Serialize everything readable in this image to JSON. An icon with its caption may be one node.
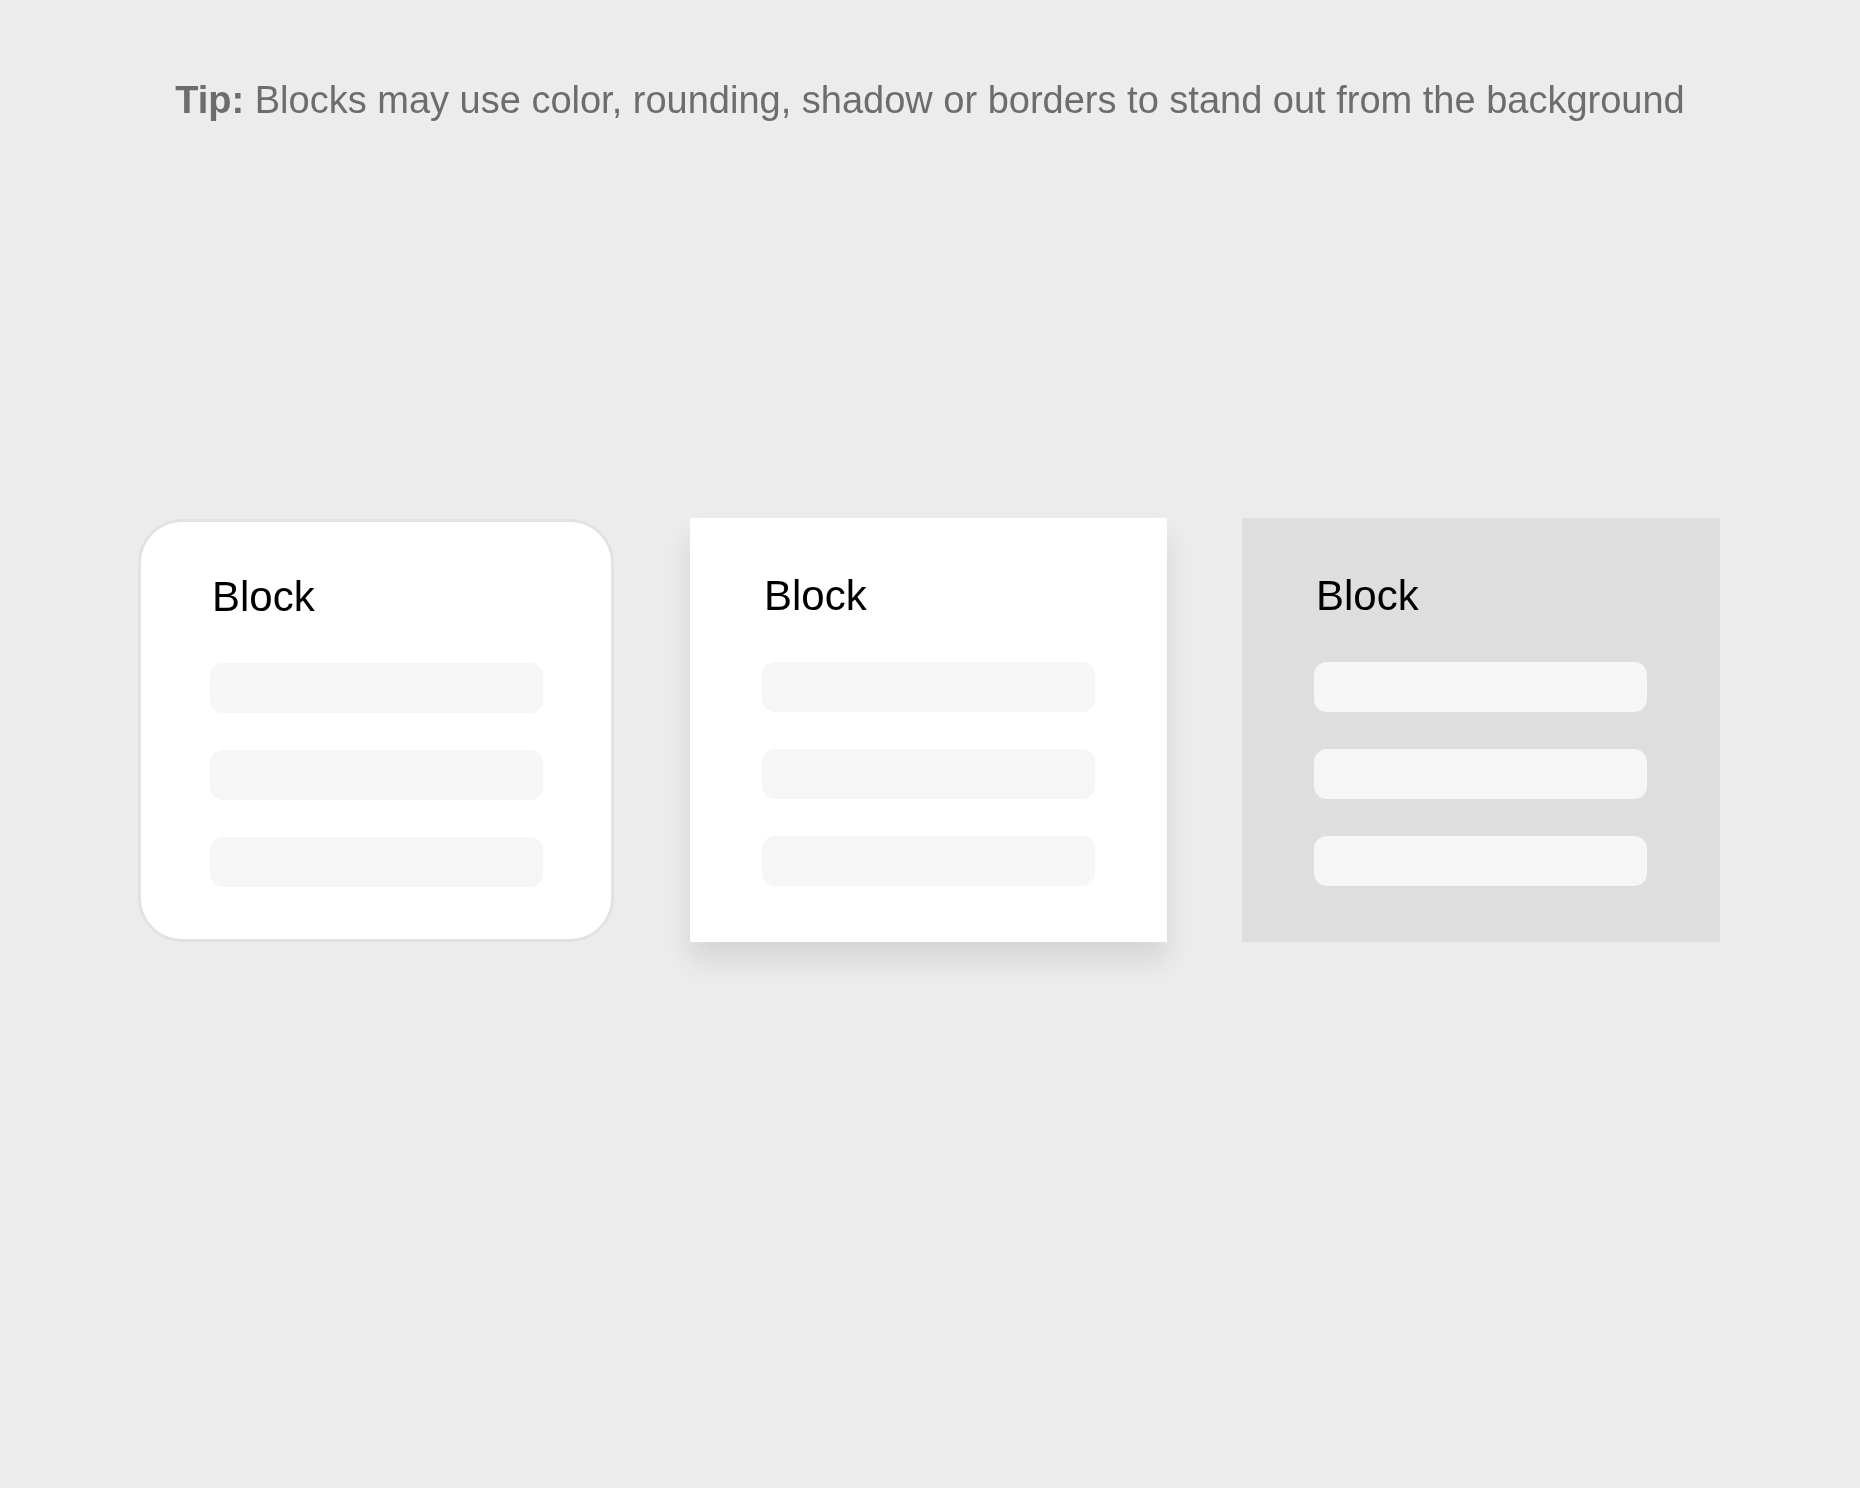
{
  "diagram": {
    "title": "**Tip:** Blocks may use color, rounding, shadow or borders to stand out from the background",
    "nodes": [
      {
        "text": [
          "Block"
        ]
      },
      {
        "text": [],
        "shape": "bar",
        "in": 0
      },
      {
        "text": [],
        "shape": "bar",
        "in": 0
      },
      {
        "text": [],
        "shape": "bar",
        "in": 0
      },
      {
        "text": [
          "Block"
        ]
      },
      {
        "text": [],
        "shape": "bar",
        "in": 4
      },
      {
        "text": [],
        "shape": "bar",
        "in": 4
      },
      {
        "text": [],
        "shape": "bar",
        "in": 4
      },
      {
        "text": [
          "Block"
        ]
      },
      {
        "text": [],
        "shape": "bar",
        "in": 8
      },
      {
        "text": [],
        "shape": "bar",
        "in": 8
      },
      {
        "text": [],
        "shape": "bar",
        "in": 8
      }
    ]
  }
}
